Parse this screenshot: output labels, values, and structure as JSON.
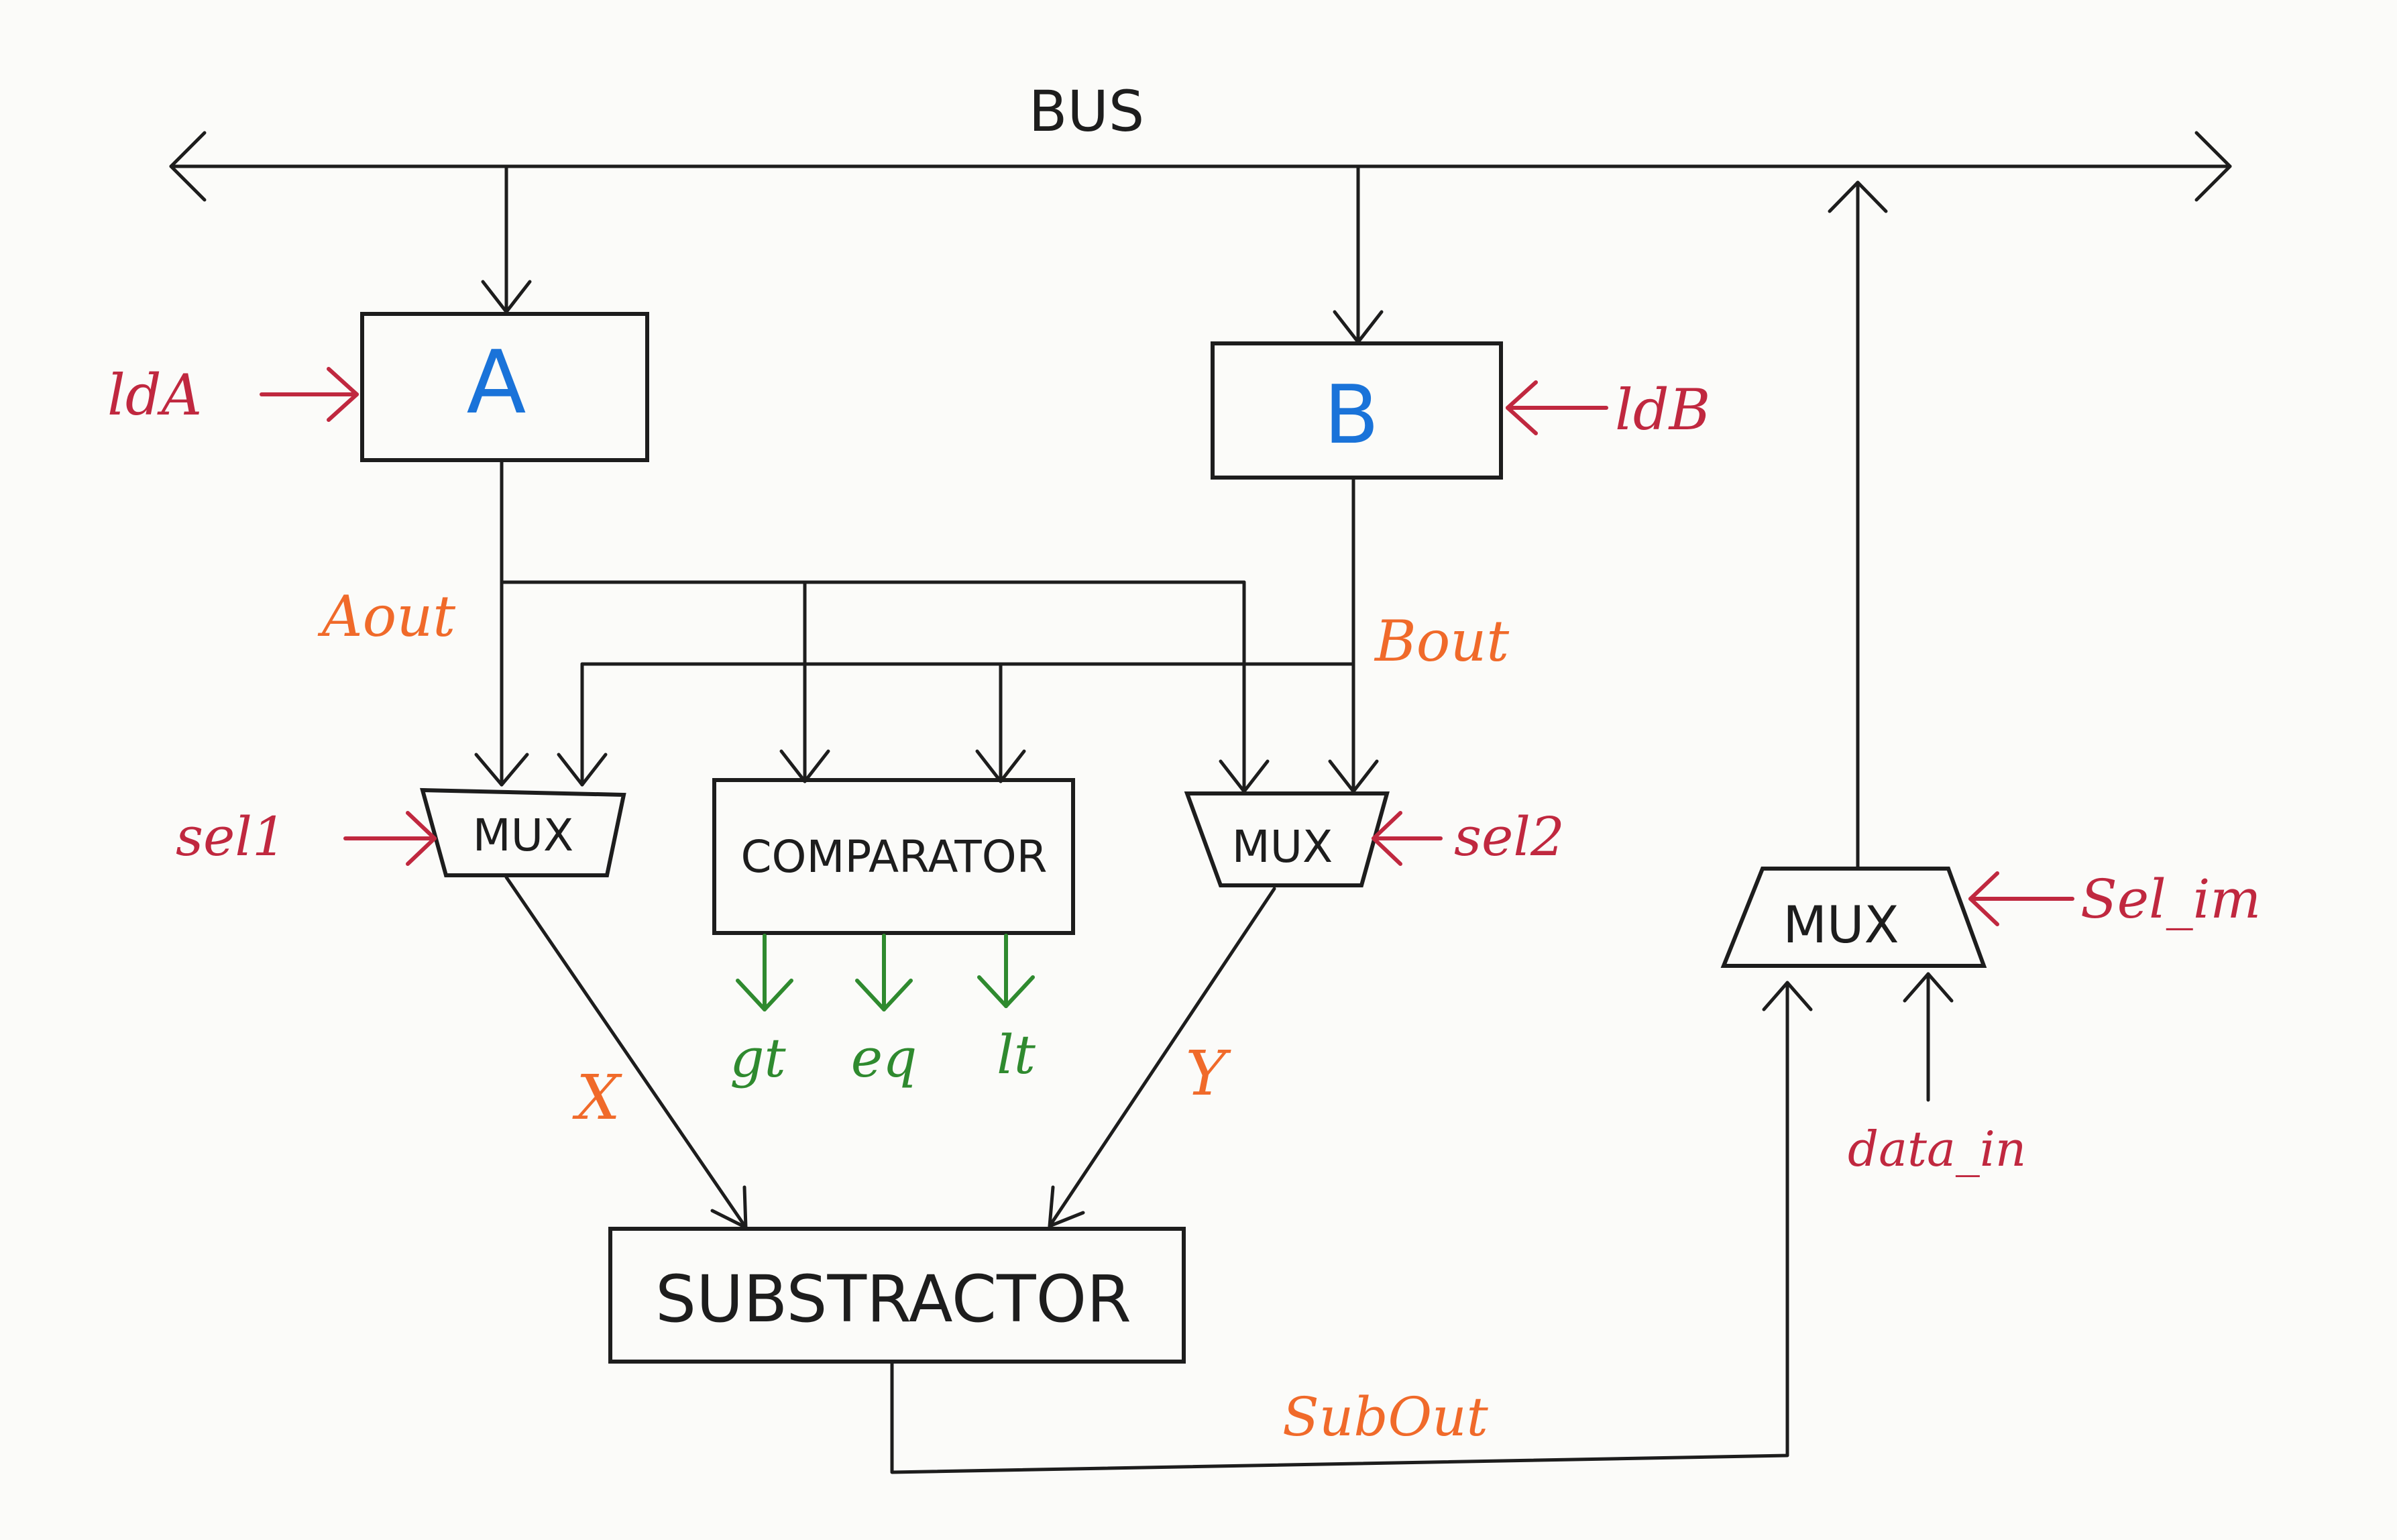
{
  "labels": {
    "bus": "BUS",
    "reg_a": "A",
    "reg_b": "B",
    "ld_a": "ldA",
    "ld_b": "ldB",
    "a_out": "Aout",
    "b_out": "Bout",
    "mux1": "MUX",
    "mux2": "MUX",
    "mux_im": "MUX",
    "sel1": "sel1",
    "sel2": "sel2",
    "sel_im": "Sel_im",
    "comparator": "COMPARATOR",
    "gt": "gt",
    "eq": "eq",
    "lt": "lt",
    "x": "X",
    "y": "Y",
    "subtractor": "SUBSTRACTOR",
    "sub_out": "SubOut",
    "data_in": "data_in"
  },
  "colors": {
    "wire": "#1d1d1d",
    "register_text": "#1a73d9",
    "control_signal": "#c0283f",
    "data_signal": "#f06a2a",
    "comparator_output": "#2f8a2f"
  }
}
